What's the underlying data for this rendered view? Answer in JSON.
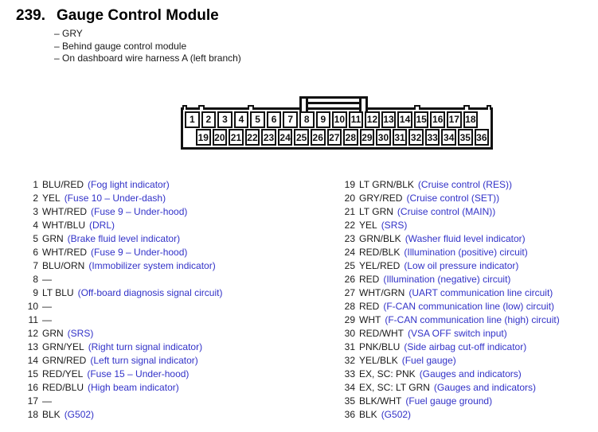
{
  "header": {
    "number": "239.",
    "title": "Gauge Control Module"
  },
  "notes": [
    "– GRY",
    "– Behind gauge control module",
    "– On dashboard wire harness A (left branch)"
  ],
  "connector": {
    "top_row": [
      1,
      2,
      3,
      4,
      5,
      6,
      7,
      8,
      9,
      10,
      11,
      12,
      13,
      14,
      15,
      16,
      17,
      18
    ],
    "bottom_row": [
      19,
      20,
      21,
      22,
      23,
      24,
      25,
      26,
      27,
      28,
      29,
      30,
      31,
      32,
      33,
      34,
      35,
      36
    ]
  },
  "pins": {
    "left": [
      {
        "num": "1",
        "wire": "BLU/RED",
        "desc": "(Fog light indicator)"
      },
      {
        "num": "2",
        "wire": "YEL",
        "desc": "(Fuse 10 – Under-dash)"
      },
      {
        "num": "3",
        "wire": "WHT/RED",
        "desc": "(Fuse 9 – Under-hood)"
      },
      {
        "num": "4",
        "wire": "WHT/BLU",
        "desc": "(DRL)"
      },
      {
        "num": "5",
        "wire": "GRN",
        "desc": "(Brake fluid level indicator)"
      },
      {
        "num": "6",
        "wire": "WHT/RED",
        "desc": "(Fuse 9 – Under-hood)"
      },
      {
        "num": "7",
        "wire": "BLU/ORN",
        "desc": "(Immobilizer system indicator)"
      },
      {
        "num": "8",
        "wire": "—",
        "desc": ""
      },
      {
        "num": "9",
        "wire": "LT BLU",
        "desc": "(Off-board diagnosis signal circuit)"
      },
      {
        "num": "10",
        "wire": "—",
        "desc": ""
      },
      {
        "num": "11",
        "wire": "—",
        "desc": ""
      },
      {
        "num": "12",
        "wire": "GRN",
        "desc": "(SRS)"
      },
      {
        "num": "13",
        "wire": "GRN/YEL",
        "desc": "(Right turn signal indicator)"
      },
      {
        "num": "14",
        "wire": "GRN/RED",
        "desc": "(Left turn signal indicator)"
      },
      {
        "num": "15",
        "wire": "RED/YEL",
        "desc": "(Fuse 15 – Under-hood)"
      },
      {
        "num": "16",
        "wire": "RED/BLU",
        "desc": "(High beam indicator)"
      },
      {
        "num": "17",
        "wire": "—",
        "desc": ""
      },
      {
        "num": "18",
        "wire": "BLK",
        "desc": "(G502)"
      }
    ],
    "right": [
      {
        "num": "19",
        "wire": "LT GRN/BLK",
        "desc": "(Cruise control (RES))"
      },
      {
        "num": "20",
        "wire": "GRY/RED",
        "desc": "(Cruise control (SET))"
      },
      {
        "num": "21",
        "wire": "LT GRN",
        "desc": "(Cruise control (MAIN))"
      },
      {
        "num": "22",
        "wire": "YEL",
        "desc": "(SRS)"
      },
      {
        "num": "23",
        "wire": "GRN/BLK",
        "desc": "(Washer fluid level indicator)"
      },
      {
        "num": "24",
        "wire": "RED/BLK",
        "desc": "(Illumination (positive) circuit)"
      },
      {
        "num": "25",
        "wire": "YEL/RED",
        "desc": "(Low oil pressure indicator)"
      },
      {
        "num": "26",
        "wire": "RED",
        "desc": "(Illumination (negative) circuit)"
      },
      {
        "num": "27",
        "wire": "WHT/GRN",
        "desc": "(UART communication line circuit)"
      },
      {
        "num": "28",
        "wire": "RED",
        "desc": "(F-CAN communication line (low) circuit)"
      },
      {
        "num": "29",
        "wire": "WHT",
        "desc": "(F-CAN communication line (high) circuit)"
      },
      {
        "num": "30",
        "wire": "RED/WHT",
        "desc": "(VSA OFF switch input)"
      },
      {
        "num": "31",
        "wire": "PNK/BLU",
        "desc": "(Side airbag cut-off indicator)"
      },
      {
        "num": "32",
        "wire": "YEL/BLK",
        "desc": "(Fuel gauge)"
      },
      {
        "num": "33",
        "wire": "EX, SC: PNK",
        "desc": "(Gauges and indicators)"
      },
      {
        "num": "34",
        "wire": "EX, SC: LT GRN",
        "desc": "(Gauges and indicators)"
      },
      {
        "num": "35",
        "wire": "BLK/WHT",
        "desc": "(Fuel gauge ground)"
      },
      {
        "num": "36",
        "wire": "BLK",
        "desc": "(G502)"
      }
    ]
  },
  "colors": {
    "description_blue": "#3232c8",
    "text_black": "#1a1a1a"
  }
}
